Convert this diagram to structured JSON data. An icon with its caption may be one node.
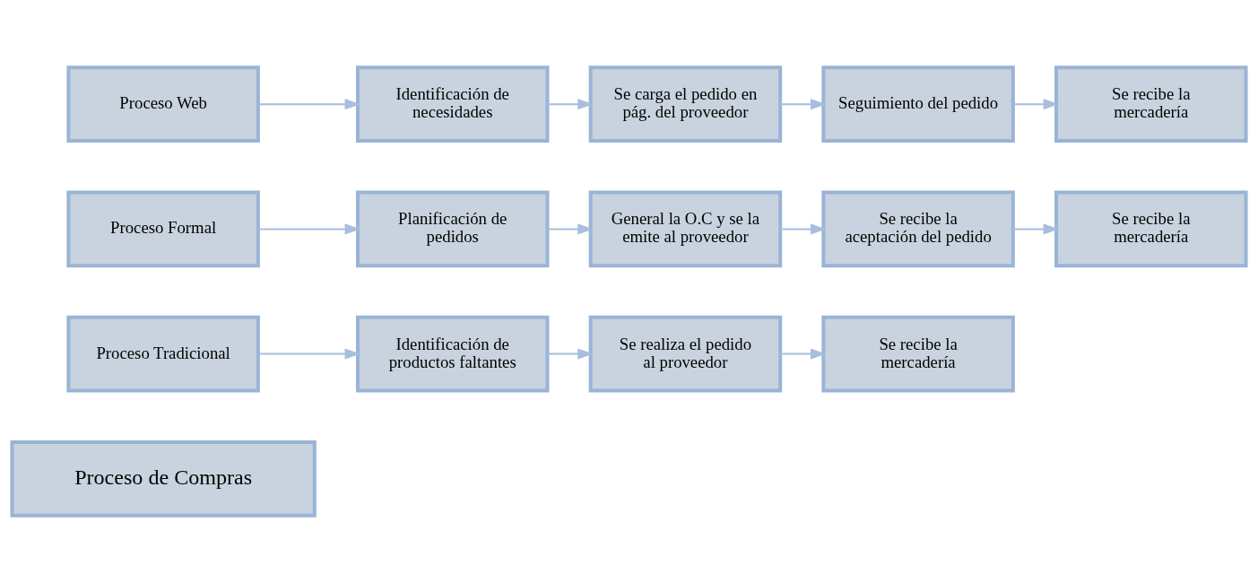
{
  "diagram": {
    "nodes": [
      {
        "text": [
          "Proceso de Compras"
        ]
      },
      {
        "text": [
          "Proceso Tradicional"
        ]
      },
      {
        "text": [
          "Identificación de productos faltantes"
        ]
      },
      {
        "text": [
          "Se realiza el pedido al proveedor"
        ]
      },
      {
        "text": [
          "Se recibe la mercadería"
        ]
      },
      {
        "text": [
          "Proceso Formal"
        ]
      },
      {
        "text": [
          "Planificación de pedidos"
        ]
      },
      {
        "text": [
          "General la O.C y se la emite al proveedor"
        ]
      },
      {
        "text": [
          "Se recibe la aceptación del pedido"
        ]
      },
      {
        "text": [
          "Se recibe la mercadería"
        ]
      },
      {
        "text": [
          "Proceso Web"
        ]
      },
      {
        "text": [
          "Identificación de necesidades"
        ]
      },
      {
        "text": [
          "Se carga el pedido en pág. del proveedor"
        ]
      },
      {
        "text": [
          "Seguimiento del pedido"
        ]
      },
      {
        "text": [
          "Se recibe la mercadería"
        ]
      }
    ],
    "edges": [
      {
        "from": 1,
        "to": 2,
        "arrow": "to"
      },
      {
        "from": 2,
        "to": 3,
        "arrow": "to"
      },
      {
        "from": 3,
        "to": 4,
        "arrow": "to"
      },
      {
        "from": 5,
        "to": 6,
        "arrow": "to"
      },
      {
        "from": 6,
        "to": 7,
        "arrow": "to"
      },
      {
        "from": 7,
        "to": 8,
        "arrow": "to"
      },
      {
        "from": 8,
        "to": 9,
        "arrow": "to"
      },
      {
        "from": 10,
        "to": 11,
        "arrow": "to"
      },
      {
        "from": 11,
        "to": 12,
        "arrow": "to"
      },
      {
        "from": 12,
        "to": 13,
        "arrow": "to"
      },
      {
        "from": 13,
        "to": 14,
        "arrow": "to"
      }
    ]
  }
}
